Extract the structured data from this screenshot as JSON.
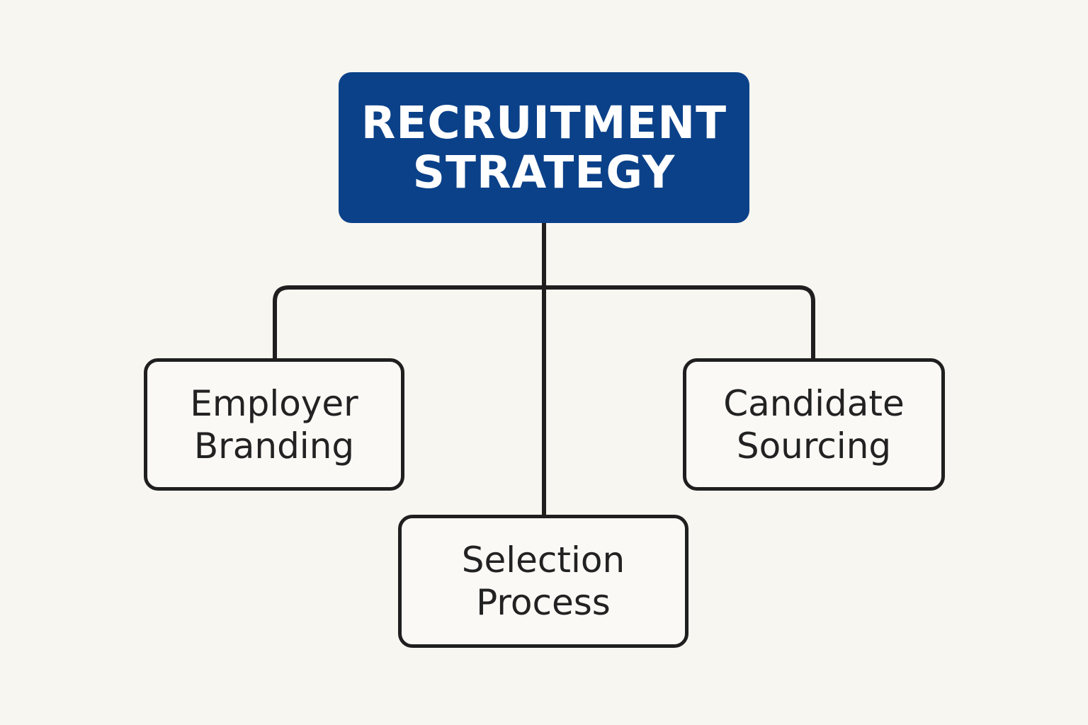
{
  "diagram": {
    "root": {
      "lines": [
        "RECRUITMENT",
        "STRATEGY"
      ]
    },
    "children": {
      "employer_branding": {
        "lines": [
          "Employer",
          "Branding"
        ]
      },
      "candidate_sourcing": {
        "lines": [
          "Candidate",
          "Sourcing"
        ]
      },
      "selection_process": {
        "lines": [
          "Selection",
          "Process"
        ]
      }
    }
  },
  "colors": {
    "background": "#f8f6f1",
    "root_fill": "#0b4189",
    "root_text": "#ffffff",
    "connector": "#1f1f1f",
    "child_border": "#1f1f1f",
    "child_text": "#222222"
  }
}
